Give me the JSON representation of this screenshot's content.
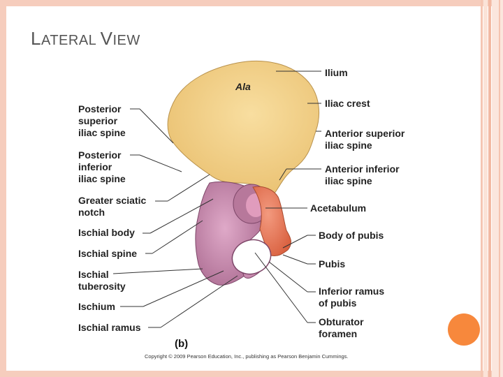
{
  "slide": {
    "title_first_letter": "L",
    "title_rest_1": "ATERAL ",
    "title_second_letter": "V",
    "title_rest_2": "IEW"
  },
  "figure": {
    "region_label": "Ala",
    "panel_label": "(b)",
    "copyright": "Copyright © 2009 Pearson Education, Inc., publishing as Pearson Benjamin Cummings.",
    "left_labels": {
      "posterior_superior": [
        "Posterior",
        "superior",
        "iliac spine"
      ],
      "posterior_inferior": [
        "Posterior",
        "inferior",
        "iliac spine"
      ],
      "greater_sciatic": [
        "Greater sciatic",
        "notch"
      ],
      "ischial_body": [
        "Ischial body"
      ],
      "ischial_spine": [
        "Ischial spine"
      ],
      "ischial_tuberosity": [
        "Ischial",
        "tuberosity"
      ],
      "ischium": [
        "Ischium"
      ],
      "ischial_ramus": [
        "Ischial ramus"
      ]
    },
    "right_labels": {
      "ilium": [
        "Ilium"
      ],
      "iliac_crest": [
        "Iliac crest"
      ],
      "anterior_superior": [
        "Anterior superior",
        "iliac spine"
      ],
      "anterior_inferior": [
        "Anterior inferior",
        "iliac spine"
      ],
      "acetabulum": [
        "Acetabulum"
      ],
      "body_of_pubis": [
        "Body of pubis"
      ],
      "pubis": [
        "Pubis"
      ],
      "inferior_ramus": [
        "Inferior ramus",
        "of pubis"
      ],
      "obturator": [
        "Obturator",
        "foramen"
      ]
    }
  },
  "colors": {
    "ilium": "#f3cf86",
    "ischium": "#c98cb0",
    "pubis": "#ea7f62",
    "frame": "#f6cdbd",
    "accent_dot": "#f7883c"
  }
}
